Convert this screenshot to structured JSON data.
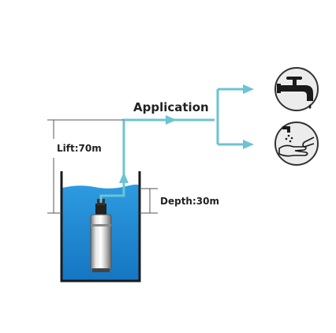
{
  "labels": {
    "application": "Application",
    "lift": "Lift:70m",
    "depth": "Depth:30m"
  },
  "icons": {
    "top": "faucet-icon",
    "bottom": "hand-washing-icon"
  },
  "colors": {
    "water": "#1f8fd6",
    "pipe": "#6cc3d4",
    "tank": "#1a1a1a",
    "icon_bg": "#ececec"
  }
}
